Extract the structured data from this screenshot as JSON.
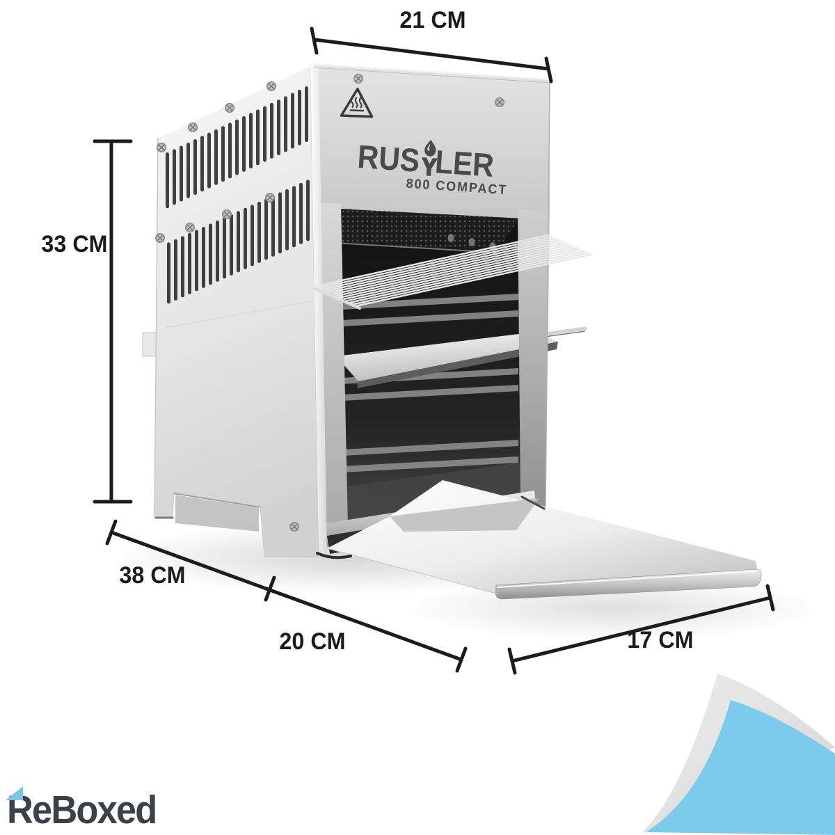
{
  "product": {
    "brand": "RUSTLER",
    "brand_prefix": "RUS",
    "brand_suffix": "LER",
    "model": "800 COMPACT"
  },
  "dimensions": {
    "width_top": "21 CM",
    "height": "33 CM",
    "depth_total": "38 CM",
    "depth_base": "20 CM",
    "tray_width": "17 CM"
  },
  "watermark": {
    "brand": "ReBoxed"
  },
  "colors": {
    "accent_blue": "#7ccbea",
    "curl_gray": "#e3e3e3",
    "dimension_line": "#1c1c1c",
    "logo_gray": "#4a4a4a",
    "watermark_gray": "#3a4149"
  },
  "icons": {
    "flame": "flame-icon",
    "warning": "hot-surface-warning-icon",
    "curl": "page-curl-icon"
  }
}
